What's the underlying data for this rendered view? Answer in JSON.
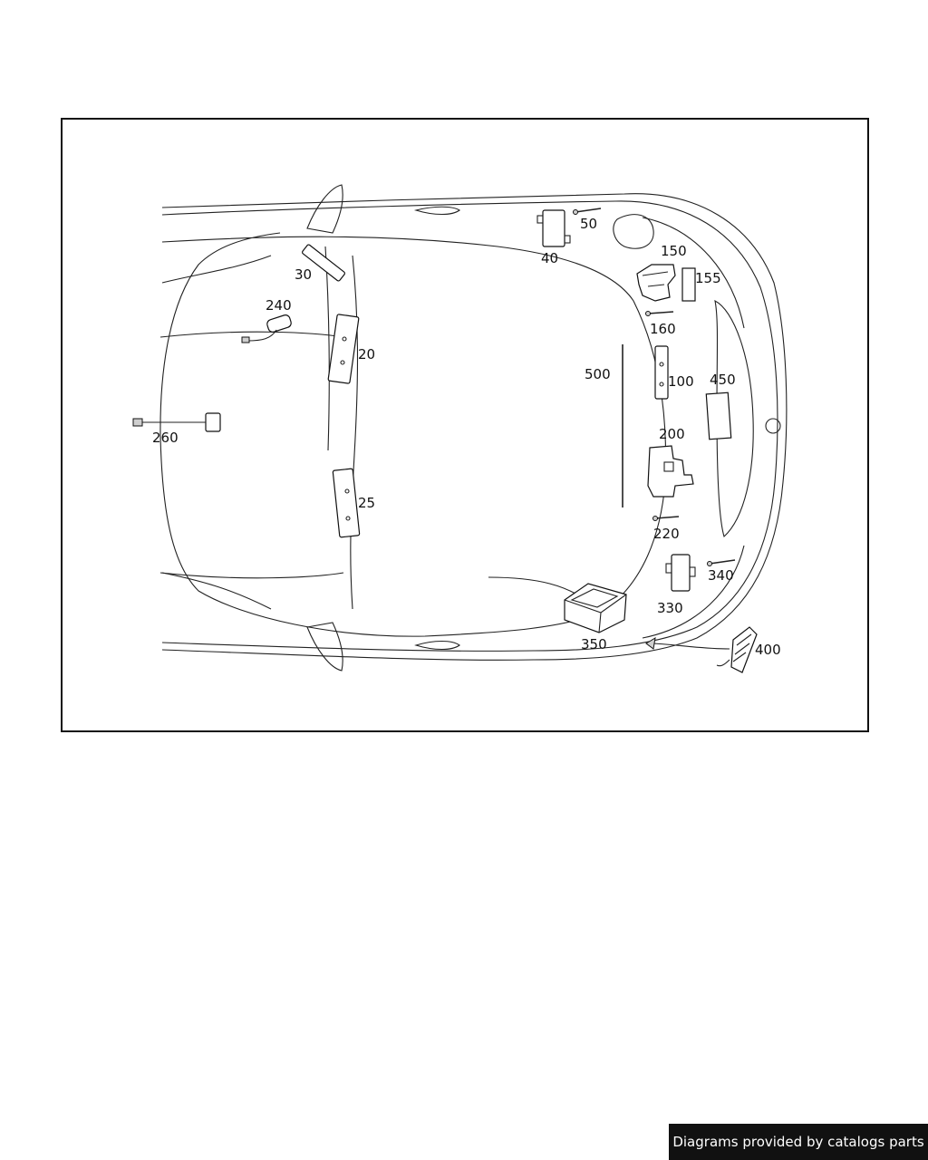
{
  "diagram": {
    "callouts": [
      {
        "id": "c20",
        "text": "20"
      },
      {
        "id": "c25",
        "text": "25"
      },
      {
        "id": "c30",
        "text": "30"
      },
      {
        "id": "c40",
        "text": "40"
      },
      {
        "id": "c50",
        "text": "50"
      },
      {
        "id": "c100",
        "text": "100"
      },
      {
        "id": "c150",
        "text": "150"
      },
      {
        "id": "c155",
        "text": "155"
      },
      {
        "id": "c160",
        "text": "160"
      },
      {
        "id": "c200",
        "text": "200"
      },
      {
        "id": "c220",
        "text": "220"
      },
      {
        "id": "c240",
        "text": "240"
      },
      {
        "id": "c260",
        "text": "260"
      },
      {
        "id": "c330",
        "text": "330"
      },
      {
        "id": "c340",
        "text": "340"
      },
      {
        "id": "c350",
        "text": "350"
      },
      {
        "id": "c400",
        "text": "400"
      },
      {
        "id": "c450",
        "text": "450"
      },
      {
        "id": "c500",
        "text": "500"
      }
    ]
  },
  "footer": {
    "credit": "Diagrams provided by catalogs parts"
  }
}
